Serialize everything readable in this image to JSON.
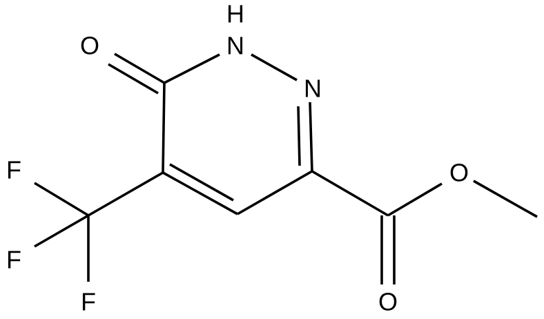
{
  "molecule": {
    "atoms": {
      "o_ketone": "O",
      "h_nh": "H",
      "n_nh": "N",
      "n_ring": "N",
      "f1": "F",
      "f2": "F",
      "f3": "F",
      "o_ether": "O",
      "o_carbonyl": "O"
    }
  },
  "colors": {
    "bond": "#000000",
    "label": "#000000",
    "background": "#ffffff"
  }
}
